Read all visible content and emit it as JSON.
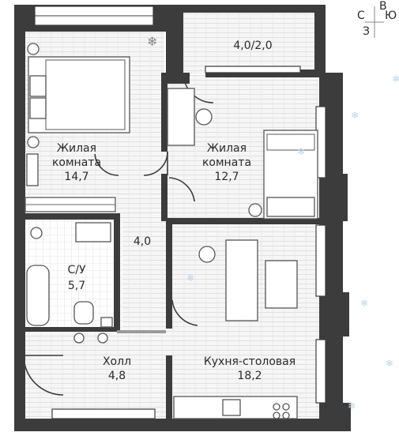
{
  "rooms": [
    {
      "id": "bedroom1",
      "name": [
        "Жилая",
        "комната"
      ],
      "area": "14,7"
    },
    {
      "id": "bedroom2",
      "name": [
        "Жилая",
        "комната"
      ],
      "area": "12,7"
    },
    {
      "id": "balcony",
      "name": [],
      "area": "4,0/2,0"
    },
    {
      "id": "corridor",
      "name": [],
      "area": "4,0"
    },
    {
      "id": "bathroom",
      "name": [
        "С/У"
      ],
      "area": "5,7"
    },
    {
      "id": "hall",
      "name": [
        "Холл"
      ],
      "area": "4,8"
    },
    {
      "id": "kitchen",
      "name": [
        "Кухня-столовая"
      ],
      "area": "18,2"
    }
  ],
  "compass": {
    "north": "С",
    "east": "В",
    "south": "Ю",
    "west": "З"
  },
  "colors": {
    "wall": "#3c3c3c",
    "floor": "#f4f4f4",
    "plank": "#e2e2e2",
    "snow": "#bcd5ea"
  }
}
